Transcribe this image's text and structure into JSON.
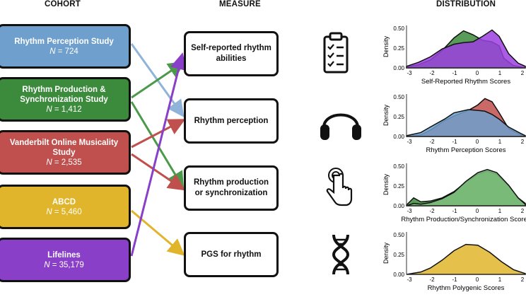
{
  "headers": {
    "cohort": "COHORT",
    "measure": "MEASURE",
    "distribution": "DISTRIBUTION"
  },
  "cohorts": [
    {
      "name": "Rhythm Perception Study",
      "n_label": "N",
      "n_value": " = 724",
      "color": "#6f9fcc"
    },
    {
      "name": "Rhythm Production & Synchronization Study",
      "n_label": "N",
      "n_value": " = 1,412",
      "color": "#3c8a3c"
    },
    {
      "name": "Vanderbilt Online Musicality Study",
      "n_label": "N",
      "n_value": " = 2,535",
      "color": "#c0504d"
    },
    {
      "name": "ABCD",
      "n_label": "N",
      "n_value": " = 5,460",
      "color": "#e0b52b"
    },
    {
      "name": "Lifelines",
      "n_label": "N",
      "n_value": " = 35,179",
      "color": "#8a3fc8"
    }
  ],
  "measures": [
    {
      "label": "Self-reported rhythm abilities",
      "icon": "clipboard-checklist-icon"
    },
    {
      "label": "Rhythm perception",
      "icon": "headphones-icon"
    },
    {
      "label": "Rhythm production or synchronization",
      "icon": "finger-tap-icon"
    },
    {
      "label": "PGS for rhythm",
      "icon": "dna-icon"
    }
  ],
  "plots": [
    {
      "title": "Self-Reported Rhythm Scores"
    },
    {
      "title": "Rhythm Perception Scores"
    },
    {
      "title": "Rhythm Production/Synchronization Scores"
    },
    {
      "title": "Rhythm Polygenic Scores"
    }
  ],
  "density_axis": {
    "ylabel": "Density",
    "yticks": [
      "0.00",
      "0.25",
      "0.50"
    ],
    "xticks": [
      "-3",
      "-2",
      "-1",
      "0",
      "1",
      "2"
    ]
  }
}
